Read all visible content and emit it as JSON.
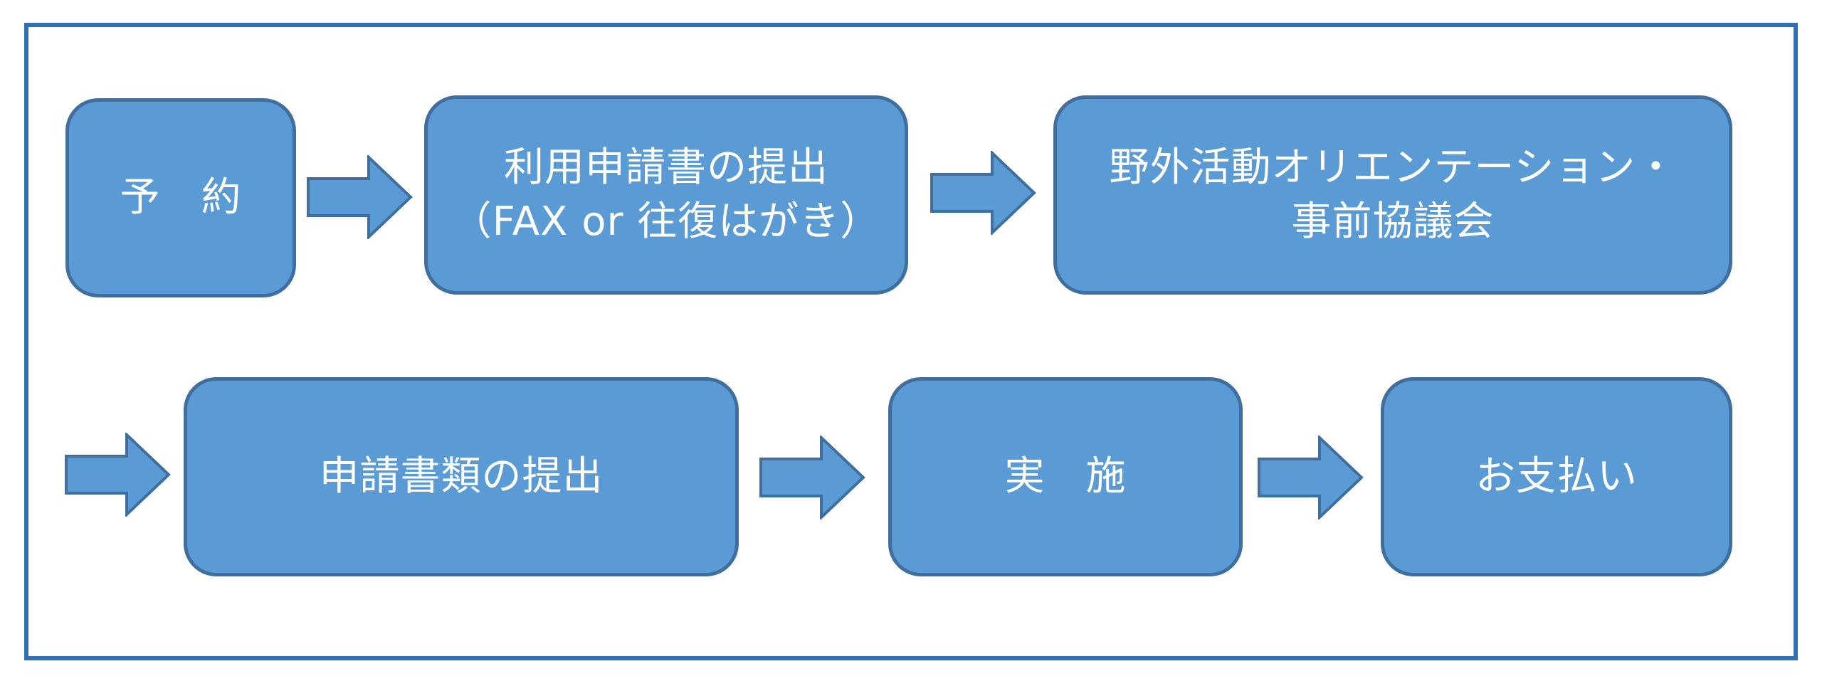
{
  "colors": {
    "frame_border": "#2f6fb4",
    "box_fill": "#5b9bd5",
    "box_border": "#3f6e9f",
    "text": "#ffffff"
  },
  "flow": {
    "step_reservation": {
      "label": "予　約"
    },
    "step_application": {
      "line1": "利用申請書の提出",
      "line2": "（FAX or 往復はがき）"
    },
    "step_orientation": {
      "line1": "野外活動オリエンテーション・",
      "line2": "事前協議会"
    },
    "step_documents": {
      "label": "申請書類の提出"
    },
    "step_implementation": {
      "label": "実　施"
    },
    "step_payment": {
      "label": "お支払い"
    }
  }
}
